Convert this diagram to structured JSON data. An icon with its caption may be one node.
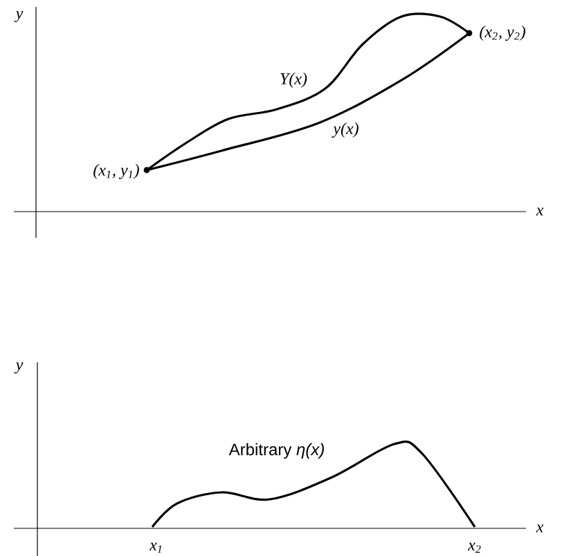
{
  "diagram": {
    "labels": [
      "y",
      "(x$_{2}$, y$_{2}$)",
      "Y(x)",
      "y(x)",
      "(x$_{1}$, y$_{1}$)",
      "x",
      "y",
      "Arbitrary *η(x)*",
      "x$_{1}$",
      "x$_{2}$",
      "x"
    ]
  }
}
